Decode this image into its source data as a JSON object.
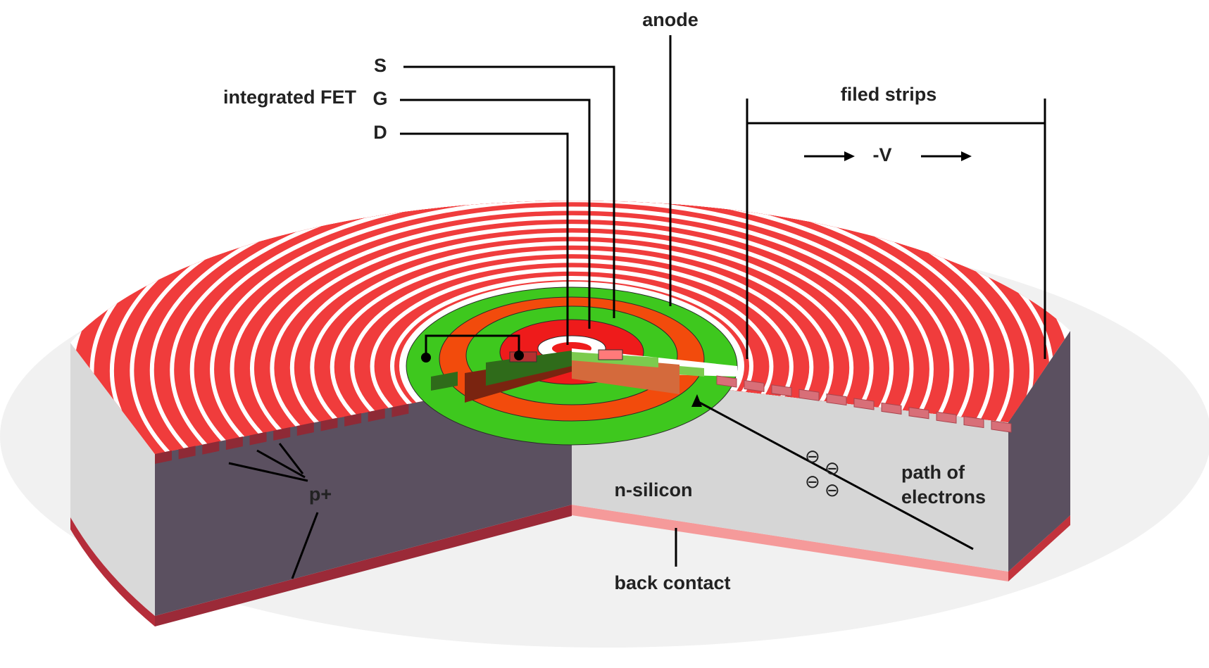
{
  "labels": {
    "anode": "anode",
    "source": "S",
    "gate": "G",
    "drain": "D",
    "integrated_fet": "integrated FET",
    "field_strips": "filed strips",
    "voltage": "-V",
    "p_plus": "p+",
    "n_silicon": "n-silicon",
    "back_contact": "back contact",
    "path_of_electrons": [
      "path of",
      "electrons"
    ],
    "electron_symbol": "⊖"
  },
  "colors": {
    "field_strip": "#f03c3c",
    "anode": "#3ec81e",
    "fet_ring": "#f24b0c",
    "fet_inner": "#ee1b1b",
    "n_silicon_front": "#d6d6d6",
    "n_silicon_dark": "#5b5060",
    "back_contact": "#f59a9a",
    "back_contact_dark": "#b52d3a",
    "outline": "#000000"
  },
  "field_strip_count": 17
}
